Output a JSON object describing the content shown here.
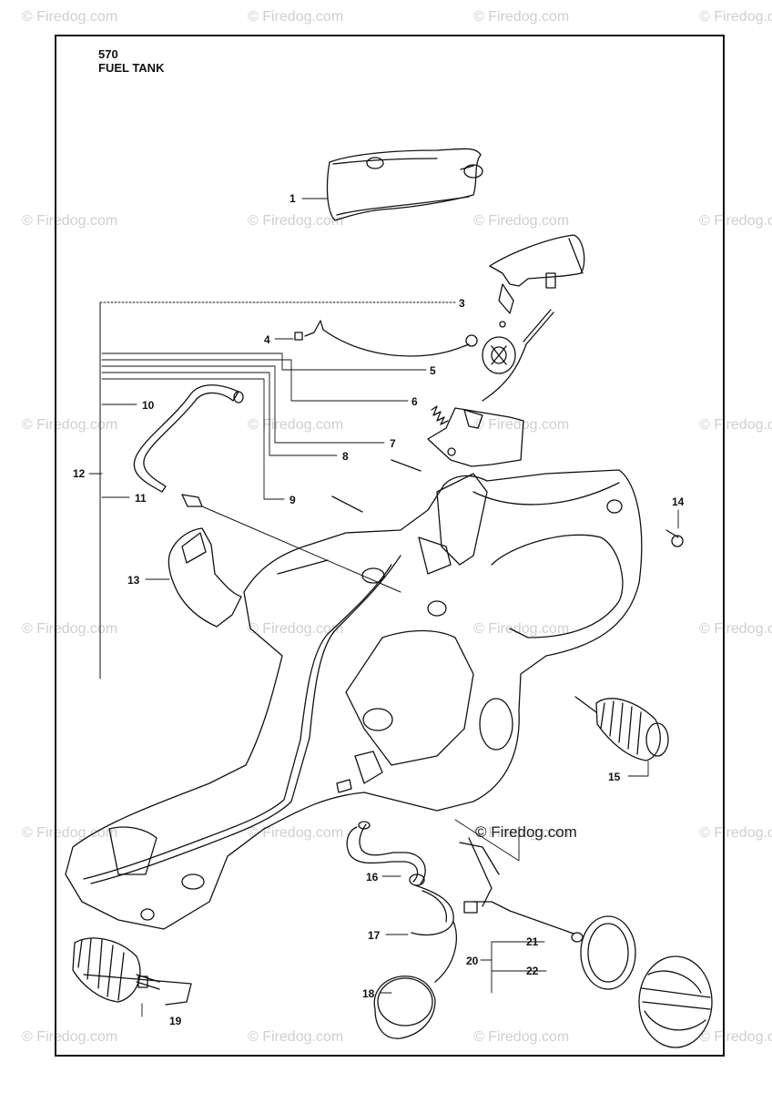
{
  "header": {
    "number": "570",
    "title": "FUEL TANK"
  },
  "watermark": {
    "text": "© Firedog.com",
    "main_text": "© Firedog.com"
  },
  "parts": [
    {
      "num": "1"
    },
    {
      "num": "3"
    },
    {
      "num": "4"
    },
    {
      "num": "5"
    },
    {
      "num": "6"
    },
    {
      "num": "7"
    },
    {
      "num": "8"
    },
    {
      "num": "9"
    },
    {
      "num": "10"
    },
    {
      "num": "11"
    },
    {
      "num": "12"
    },
    {
      "num": "13"
    },
    {
      "num": "14"
    },
    {
      "num": "15"
    },
    {
      "num": "16"
    },
    {
      "num": "17"
    },
    {
      "num": "18"
    },
    {
      "num": "19"
    },
    {
      "num": "20"
    },
    {
      "num": "21"
    },
    {
      "num": "22"
    }
  ],
  "colors": {
    "line": "#111111",
    "watermark": "#cfcfcf",
    "background": "#ffffff"
  }
}
